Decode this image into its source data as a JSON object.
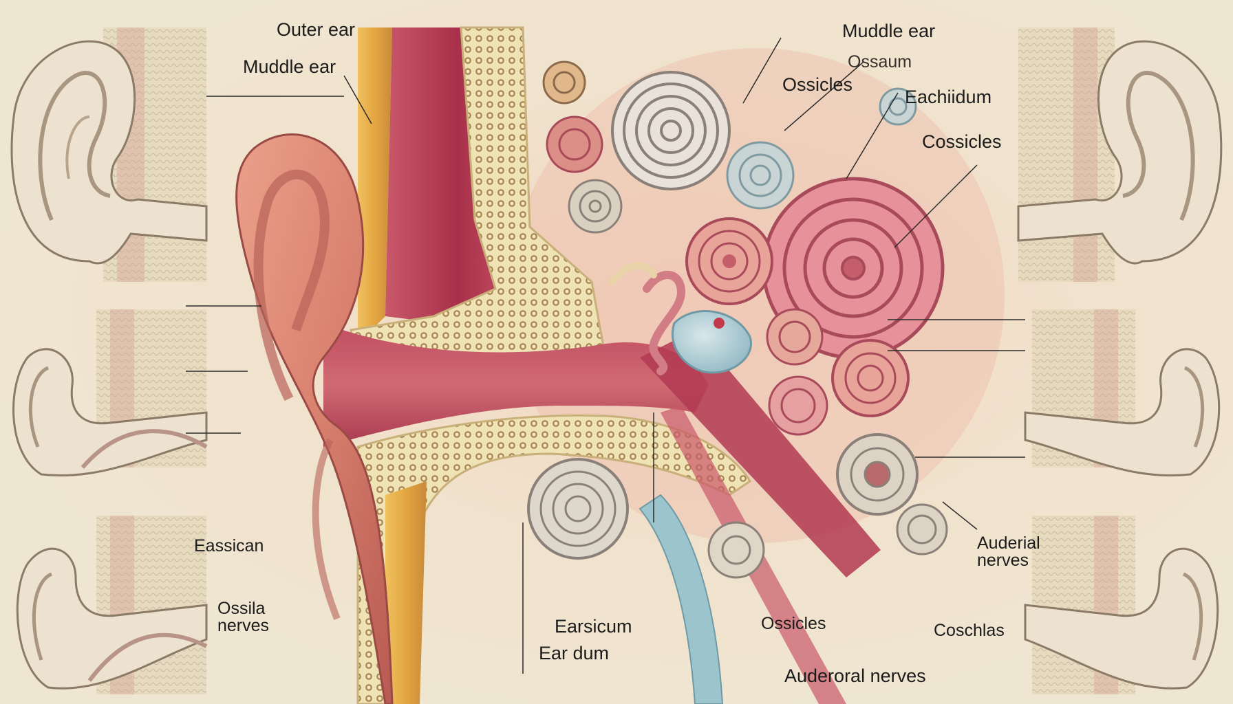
{
  "diagram": {
    "labels": {
      "outer_ear": "Outer ear",
      "middle_ear_top": "Muddle ear",
      "middle_ear_left": "Muddle ear",
      "ossaum": "Ossaum",
      "ossicles_top": "Ossicles",
      "eachiidum": "Eachiidum",
      "cossicles": "Cossicles",
      "eassican": "Eassican",
      "ossila_nerves": "Ossila\nnerves",
      "earsicum": "Earsicum",
      "ear_dum": "Ear dum",
      "ossicles_bottom": "Ossicles",
      "auderial_nerves": "Auderial\nnerves",
      "coschlas": "Coschlas",
      "auderoral_nerves": "Auderoral nerves"
    },
    "colors": {
      "background": "#f1e7d3",
      "skin": "#d9826f",
      "tissue": "#b8455a",
      "bone": "#efe2b4",
      "fat": "#e3a640",
      "nerve": "#9cc4cc"
    }
  }
}
